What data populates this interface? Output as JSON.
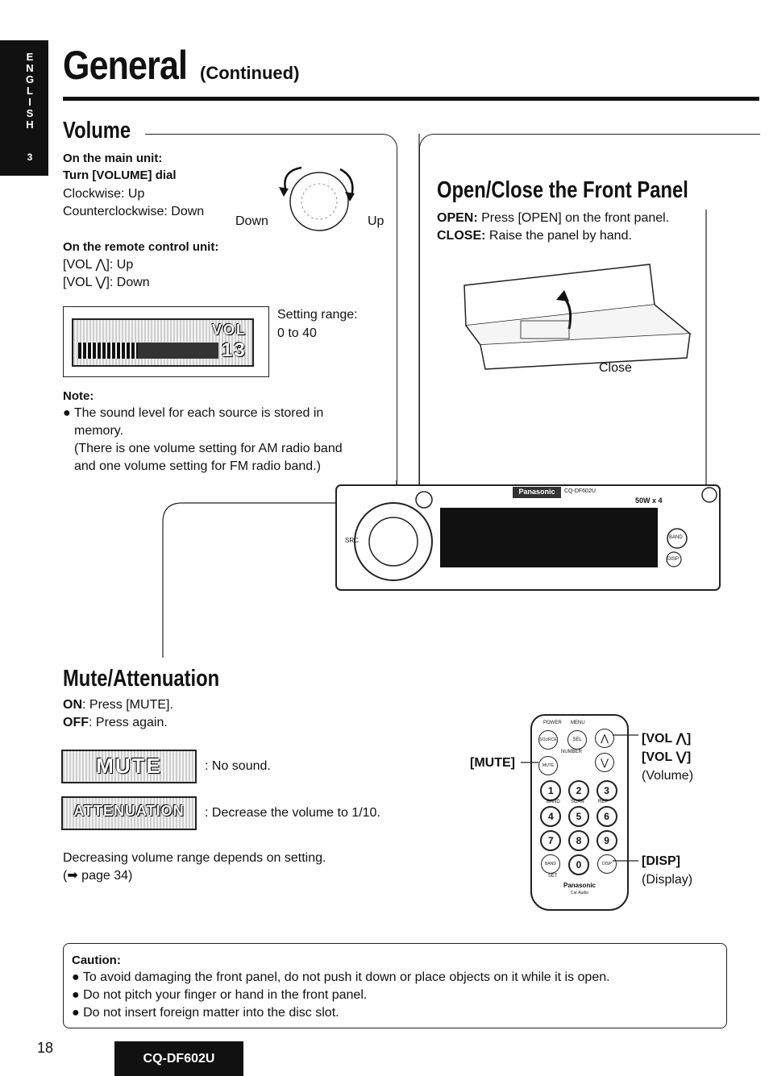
{
  "sidebar": {
    "language_letters": [
      "E",
      "N",
      "G",
      "L",
      "I",
      "S",
      "H"
    ],
    "section_number": "3"
  },
  "header": {
    "title": "General",
    "subtitle": "(Continued)"
  },
  "volume": {
    "heading": "Volume",
    "main_unit_label": "On the main unit:",
    "main_unit_action": "Turn [VOLUME] dial",
    "clockwise": "Clockwise: Up",
    "counterclockwise": "Counterclockwise: Down",
    "dial_down": "Down",
    "dial_up": "Up",
    "remote_label": "On the remote control unit:",
    "remote_up": "[VOL ⋀]: Up",
    "remote_down": "[VOL ⋁]: Down",
    "lcd_vol": "VOL",
    "lcd_value": "13",
    "range_label": "Setting range:",
    "range_value": "0 to 40",
    "note_label": "Note:",
    "note_line1": "The sound level for each source is stored in",
    "note_line2": "memory.",
    "note_line3": "(There is one volume setting for AM radio band",
    "note_line4": "and one volume setting for FM radio band.)"
  },
  "open_close": {
    "heading": "Open/Close the Front Panel",
    "open_label": "OPEN:",
    "open_text": "Press [OPEN] on the front panel.",
    "close_label": "CLOSE:",
    "close_text": "Raise the panel by hand.",
    "close_caption": "Close"
  },
  "head_unit": {
    "brand": "Panasonic",
    "model": "CQ-DF602U",
    "power": "50W x 4",
    "src": "SRC",
    "band": "BAND",
    "disp": "DISP"
  },
  "mute": {
    "heading": "Mute/Attenuation",
    "on_label": "ON",
    "on_text": ": Press [MUTE].",
    "off_label": "OFF",
    "off_text": ": Press again.",
    "lcd_mute": "MUTE",
    "mute_desc": ": No sound.",
    "lcd_att": "ATTENUATION",
    "att_desc": ": Decrease the volume to 1/10.",
    "range_note": "Decreasing volume range depends on setting.",
    "page_ref": "(➡ page 34)"
  },
  "remote": {
    "mute_label": "[MUTE]",
    "vol_up": "[VOL ⋀]",
    "vol_down": "[VOL ⋁]",
    "volume_caption": "(Volume)",
    "disp_label": "[DISP]",
    "display_caption": "(Display)",
    "power": "POWER",
    "menu": "MENU",
    "source": "SOURCE",
    "sel": "SEL",
    "number": "NUMBER",
    "mute": "MUTE",
    "band_label": "BAND",
    "scan": "SCAN",
    "rep": "REP",
    "disp": "DISP",
    "set": "SET",
    "digits": [
      "1",
      "2",
      "3",
      "4",
      "5",
      "6",
      "7",
      "8",
      "9",
      "0"
    ],
    "brand": "Panasonic",
    "brand_sub": "Car Audio"
  },
  "caution": {
    "label": "Caution:",
    "items": [
      "To avoid damaging the front panel, do not push it down or place objects on it while it is open.",
      "Do not pitch your finger or hand in the front panel.",
      "Do not insert foreign matter into the disc slot."
    ]
  },
  "footer": {
    "page_number": "18",
    "model": "CQ-DF602U"
  }
}
